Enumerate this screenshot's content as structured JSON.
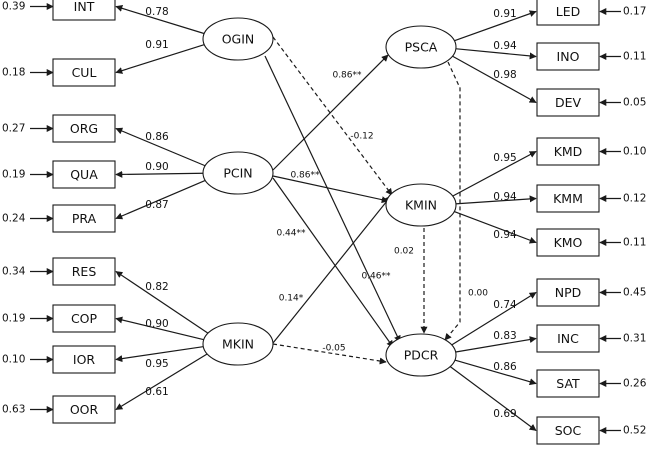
{
  "diagram": {
    "constructs": [
      {
        "id": "OGIN",
        "label": "OGIN"
      },
      {
        "id": "PCIN",
        "label": "PCIN"
      },
      {
        "id": "MKIN",
        "label": "MKIN"
      },
      {
        "id": "PSCA",
        "label": "PSCA"
      },
      {
        "id": "KMIN",
        "label": "KMIN"
      },
      {
        "id": "PDCR",
        "label": "PDCR"
      }
    ],
    "indicators_left": [
      {
        "id": "INT",
        "label": "INT",
        "error": "0.39",
        "loading": "0.78",
        "construct": "OGIN"
      },
      {
        "id": "CUL",
        "label": "CUL",
        "error": "0.18",
        "loading": "0.91",
        "construct": "OGIN"
      },
      {
        "id": "ORG",
        "label": "ORG",
        "error": "0.27",
        "loading": "0.86",
        "construct": "PCIN"
      },
      {
        "id": "QUA",
        "label": "QUA",
        "error": "0.19",
        "loading": "0.90",
        "construct": "PCIN"
      },
      {
        "id": "PRA",
        "label": "PRA",
        "error": "0.24",
        "loading": "0.87",
        "construct": "PCIN"
      },
      {
        "id": "RES",
        "label": "RES",
        "error": "0.34",
        "loading": "0.82",
        "construct": "MKIN"
      },
      {
        "id": "COP",
        "label": "COP",
        "error": "0.19",
        "loading": "0.90",
        "construct": "MKIN"
      },
      {
        "id": "IOR",
        "label": "IOR",
        "error": "0.10",
        "loading": "0.95",
        "construct": "MKIN"
      },
      {
        "id": "OOR",
        "label": "OOR",
        "error": "0.63",
        "loading": "0.61",
        "construct": "MKIN"
      }
    ],
    "indicators_right": [
      {
        "id": "LED",
        "label": "LED",
        "error": "0.17",
        "loading": "0.91",
        "construct": "PSCA"
      },
      {
        "id": "INO",
        "label": "INO",
        "error": "0.11",
        "loading": "0.94",
        "construct": "PSCA"
      },
      {
        "id": "DEV",
        "label": "DEV",
        "error": "0.05",
        "loading": "0.98",
        "construct": "PSCA"
      },
      {
        "id": "KMD",
        "label": "KMD",
        "error": "0.10",
        "loading": "0.95",
        "construct": "KMIN"
      },
      {
        "id": "KMM",
        "label": "KMM",
        "error": "0.12",
        "loading": "0.94",
        "construct": "KMIN"
      },
      {
        "id": "KMO",
        "label": "KMO",
        "error": "0.11",
        "loading": "0.94",
        "construct": "KMIN"
      },
      {
        "id": "NPD",
        "label": "NPD",
        "error": "0.45",
        "loading": "0.74",
        "construct": "PDCR"
      },
      {
        "id": "INC",
        "label": "INC",
        "error": "0.31",
        "loading": "0.83",
        "construct": "PDCR"
      },
      {
        "id": "SAT",
        "label": "SAT",
        "error": "0.26",
        "loading": "0.86",
        "construct": "PDCR"
      },
      {
        "id": "SOC",
        "label": "SOC",
        "error": "0.52",
        "loading": "0.69",
        "construct": "PDCR"
      }
    ],
    "paths": [
      {
        "from": "PCIN",
        "to": "PSCA",
        "coefficient": "0.86**",
        "style": "solid"
      },
      {
        "from": "PCIN",
        "to": "KMIN",
        "coefficient": "0.86**",
        "style": "solid"
      },
      {
        "from": "PCIN",
        "to": "PDCR",
        "coefficient": "0.44**",
        "style": "solid"
      },
      {
        "from": "OGIN",
        "to": "KMIN",
        "coefficient": "-0.12",
        "style": "dashed"
      },
      {
        "from": "OGIN",
        "to": "PDCR",
        "coefficient": "0.46**",
        "style": "solid"
      },
      {
        "from": "MKIN",
        "to": "KMIN",
        "coefficient": "0.14*",
        "style": "solid"
      },
      {
        "from": "MKIN",
        "to": "PDCR",
        "coefficient": "-0.05",
        "style": "dashed"
      },
      {
        "from": "KMIN",
        "to": "PDCR",
        "coefficient": "0.02",
        "style": "dashed"
      },
      {
        "from": "PSCA",
        "to": "PDCR",
        "coefficient": "0.00",
        "style": "dashed"
      }
    ]
  }
}
